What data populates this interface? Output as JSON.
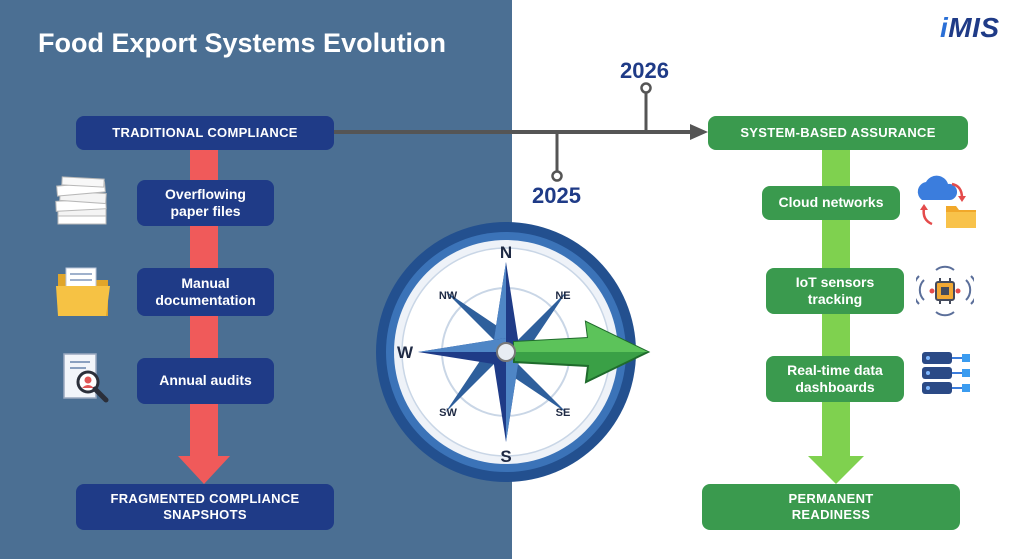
{
  "title": "Food Export Systems Evolution",
  "logo": {
    "i": "i",
    "rest": "MIS"
  },
  "timeline": {
    "year_2025": "2025",
    "year_2026": "2026"
  },
  "left": {
    "header": "TRADITIONAL COMPLIANCE",
    "items": [
      {
        "line1": "Overflowing",
        "line2": "paper files",
        "icon": "paper-stack-icon"
      },
      {
        "line1": "Manual",
        "line2": "documentation",
        "icon": "folder-icon"
      },
      {
        "line1": "Annual audits",
        "line2": "",
        "icon": "audit-magnifier-icon"
      }
    ],
    "footer": {
      "line1": "FRAGMENTED COMPLIANCE",
      "line2": "SNAPSHOTS"
    }
  },
  "right": {
    "header": "SYSTEM-BASED ASSURANCE",
    "items": [
      {
        "line1": "Cloud networks",
        "line2": "",
        "icon": "cloud-folder-icon"
      },
      {
        "line1": "IoT sensors",
        "line2": "tracking",
        "icon": "iot-chip-icon"
      },
      {
        "line1": "Real-time data",
        "line2": "dashboards",
        "icon": "database-icon"
      }
    ],
    "footer": {
      "line1": "PERMANENT",
      "line2": "READINESS"
    }
  },
  "compass": {
    "n": "N",
    "s": "S",
    "w": "W",
    "nw": "NW",
    "ne": "NE",
    "sw": "SW",
    "se": "SE"
  },
  "colors": {
    "left_bg": "#4b6f93",
    "navy": "#1f3b87",
    "green": "#3a9a4e",
    "red_arrow": "#f05a5a",
    "green_arrow": "#7fd14f"
  }
}
